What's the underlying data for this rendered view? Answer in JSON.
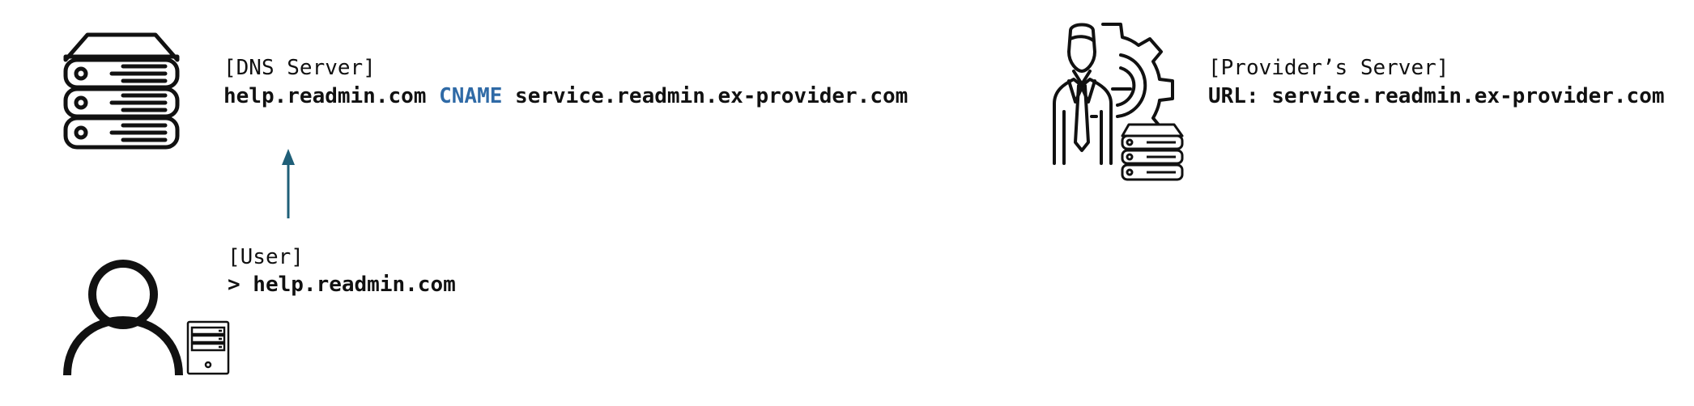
{
  "colors": {
    "ink": "#111111",
    "accent": "#2f6aa6",
    "arrow": "#1f5f78",
    "background": "#ffffff"
  },
  "dns_server": {
    "icon": "server-stack-icon",
    "label": "[DNS Server]",
    "record": {
      "host": "help.readmin.com",
      "type": "CNAME",
      "target": "service.readmin.ex-provider.com"
    }
  },
  "provider_server": {
    "icon": "provider-gear-person-icon",
    "label": "[Provider’s Server]",
    "url_line": "URL: service.readmin.ex-provider.com"
  },
  "user": {
    "icon": "user-person-icon",
    "device_icon": "desktop-tower-icon",
    "label": "[User]",
    "input_line": "> help.readmin.com"
  },
  "connector": {
    "type": "arrow-up"
  }
}
